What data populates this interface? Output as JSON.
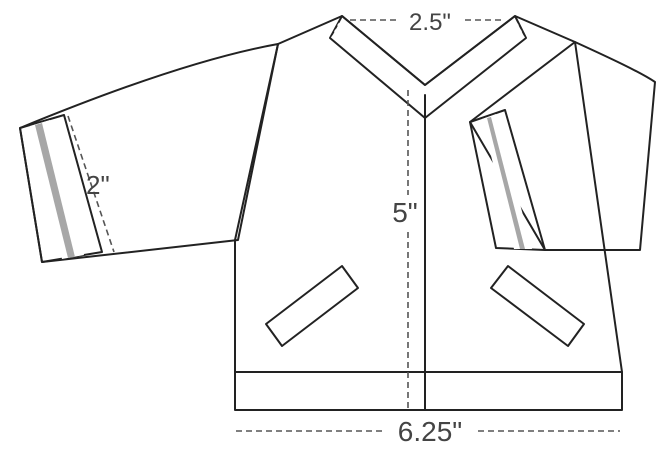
{
  "colors": {
    "body": "#a7a7a7",
    "sleeve": "#ffffff",
    "outline": "#222222",
    "stripe_light": "#ffffff",
    "pocket": "#f2f2f2",
    "dimension_text": "#444444"
  },
  "measurements": {
    "collar_width": "2.5\"",
    "sleeve_cuff": "2\"",
    "body_height": "5\"",
    "body_width": "6.25\""
  }
}
